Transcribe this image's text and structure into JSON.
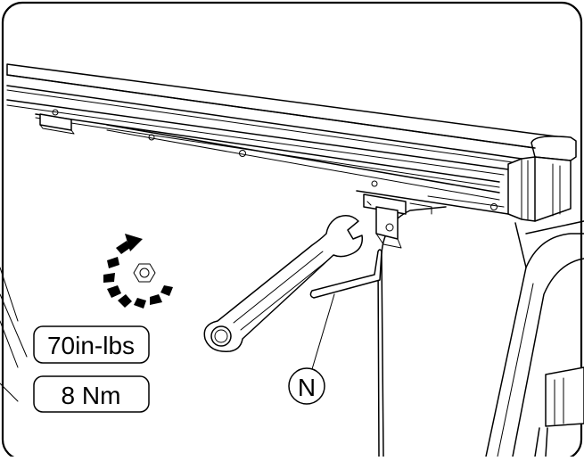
{
  "torque": {
    "imperial": "70in-lbs",
    "metric": "8 Nm"
  },
  "callout": {
    "label": "N"
  },
  "icons": {
    "torque": "rotation-arrow-icon",
    "tool": "allen-key-icon"
  }
}
